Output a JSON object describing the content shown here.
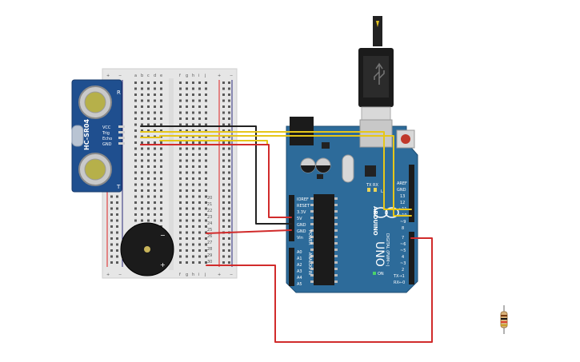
{
  "breadboard": {
    "col_letters_left": [
      "a",
      "b",
      "c",
      "d",
      "e"
    ],
    "col_letters_right": [
      "f",
      "g",
      "h",
      "i",
      "j"
    ],
    "rail_plus": "+",
    "rail_minus": "−",
    "row_labels": [
      "20",
      "21",
      "22",
      "23",
      "24",
      "25",
      "26",
      "27",
      "28",
      "29",
      "30"
    ]
  },
  "sensor": {
    "model": "HC-SR04",
    "pins": [
      "VCC",
      "Trig",
      "Echo",
      "GND"
    ],
    "side_mark_top": "R",
    "side_mark_bottom": "T"
  },
  "buzzer": {
    "minus": "−",
    "plus": "+"
  },
  "arduino": {
    "brand": "ARDUINO",
    "model": "UNO",
    "power_header_label": "POWER",
    "power_pins": [
      "IOREF",
      "RESET",
      "3.3V",
      "5V",
      "GND",
      "GND",
      "Vin"
    ],
    "analog_header_label": "ANALOG IN",
    "analog_pins": [
      "A0",
      "A1",
      "A2",
      "A3",
      "A4",
      "A5"
    ],
    "digital_header_label": "DIGITAL (PWM~)",
    "digital_pins": [
      "AREF",
      "GND",
      "13",
      "12",
      "~11",
      "~10",
      "~9",
      "8",
      "7",
      "~6",
      "~5",
      "4",
      "~3",
      "2",
      "TX→1",
      "RX←0"
    ],
    "led_labels": [
      "TX",
      "RX",
      "L"
    ],
    "on_label": "ON"
  },
  "colors": {
    "board_blue": "#2d6b9a",
    "wire_red": "#d12b2b",
    "wire_black": "#222222",
    "wire_yellow": "#e6c619",
    "breadboard": "#e8e8e8",
    "sensor_blue": "#1f4f8f"
  },
  "icons": {
    "usb": "usb-cable-icon",
    "resistor": "resistor-icon",
    "dc_jack": "dc-jack-icon"
  }
}
